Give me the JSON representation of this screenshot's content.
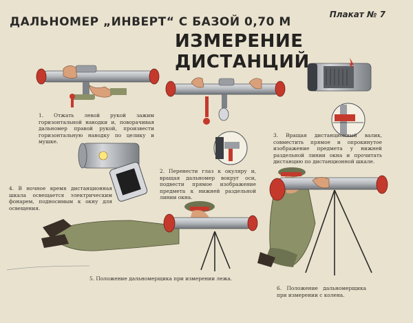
{
  "header": {
    "title_left": "ДАЛЬНОМЕР „ИНВЕРТ“ С БАЗОЙ 0,70 М",
    "poster_number": "Плакат № 7",
    "title_main": "ИЗМЕРЕНИЕ ДИСТАНЦИЙ"
  },
  "captions": {
    "c1": "1. Отжать левой рукой зажим горизонтальной наводки и, поворачивая дальномер правой рукой, произвести горизонтальную наводку по целику и мушке.",
    "c2": "2. Перенести глаз к окуляру и, вращая дальномер вокруг оси, подвести прямое изображение предмета к нижней раздельной линии окна.",
    "c3": "3. Вращая дистанционный валик, совместить прямое и опрокинутое изображение предмета у нижней раздельной линии окна и прочитать дистанцию по дистанционной шкале.",
    "c4": "4. В ночное время дистанционная шкала освещается электрическим фонарем, подносимым к окну для освещения.",
    "c5": "5. Положение дальномерщика при измерении лежа.",
    "c6": "6. Положение дальномерщика при измерении с колена."
  },
  "colors": {
    "paper": "#e9e2cf",
    "metal": "#b9bcc0",
    "metal_dark": "#7d8287",
    "red": "#c4392c",
    "uniform": "#8c9168",
    "skin": "#d9a07a",
    "dark": "#2b2a28"
  }
}
